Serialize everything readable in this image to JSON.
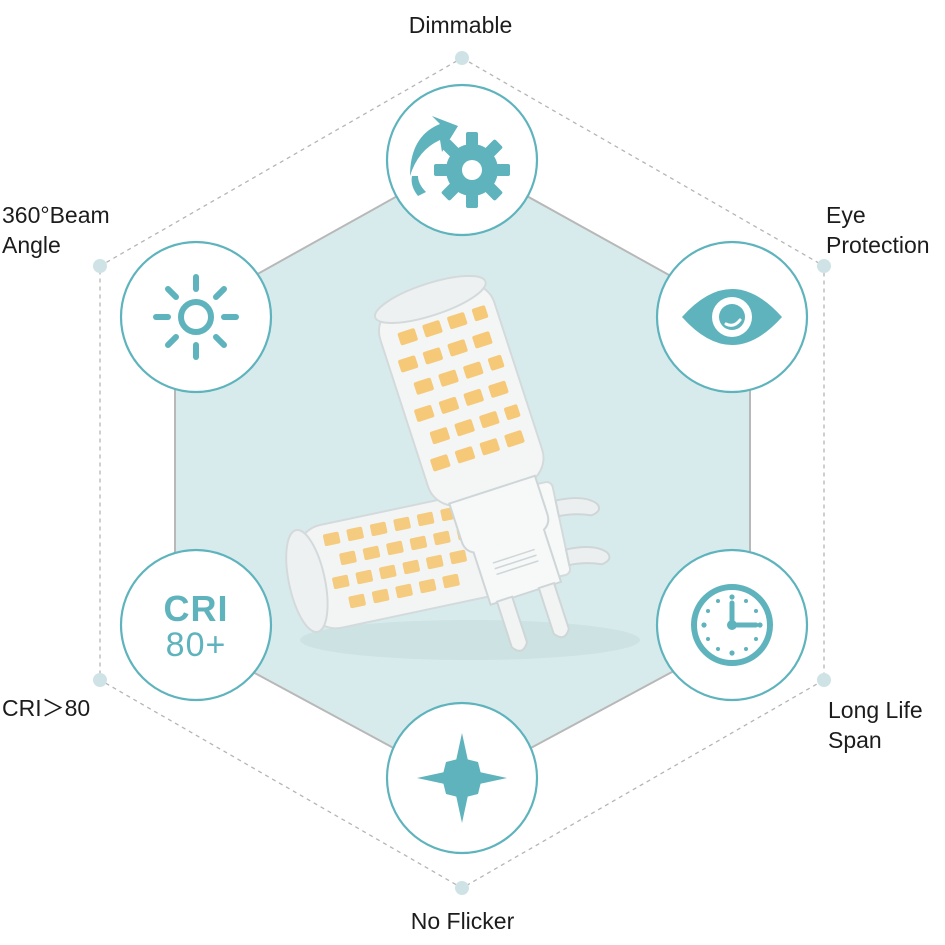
{
  "features": {
    "top": {
      "label": "Dimmable",
      "icon": "dimmable-gear-icon"
    },
    "upper_left": {
      "line1": "360°Beam",
      "line2": "Angle",
      "icon": "sun-icon"
    },
    "upper_right": {
      "line1": "Eye",
      "line2": "Protection",
      "icon": "eye-icon"
    },
    "lower_left": {
      "label": "CRI＞80",
      "icon_line1": "CRI",
      "icon_line2": "80+"
    },
    "lower_right": {
      "line1": "Long Life",
      "line2": "Span",
      "icon": "clock-icon"
    },
    "bottom": {
      "label": "No Flicker",
      "icon": "sparkle-star-icon"
    }
  },
  "colors": {
    "accent": "#5eb3bd",
    "hexagon_fill": "#d8ebec",
    "hexagon_stroke": "#b8b8b8",
    "dashed_line": "#b5b5b5",
    "dot": "#cfe3e6",
    "led": "#f6c979"
  },
  "product": {
    "name": "G9 LED bulbs",
    "count": 2
  }
}
